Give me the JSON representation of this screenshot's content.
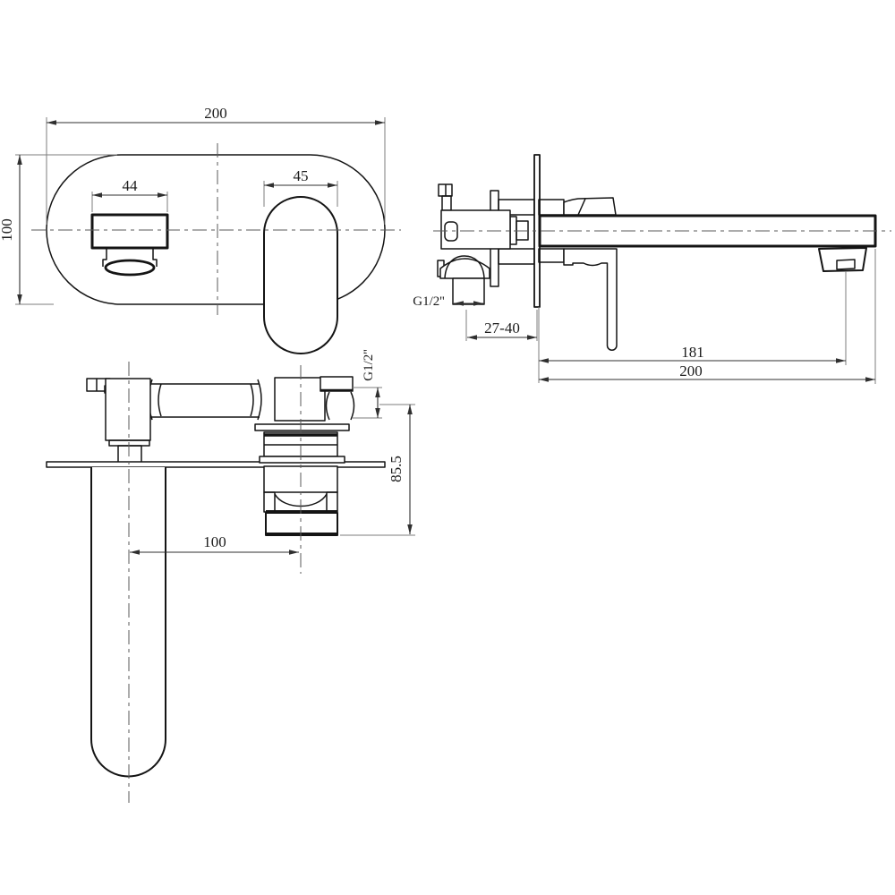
{
  "drawing": {
    "type": "technical-drawing",
    "subject": "wall-mounted single-lever basin mixer tap",
    "background": "#ffffff",
    "line_color": "#141414",
    "dimension_color": "#2f2f2f",
    "centerline_color": "#5a5a5a"
  },
  "front_view": {
    "plate_width": "200",
    "plate_height": "100",
    "spout_outlet_width": "44",
    "handle_width": "45"
  },
  "side_view": {
    "inlet_thread": "G1/2''",
    "wall_thickness_range": "27-40",
    "spout_reach": "181",
    "total_projection": "200"
  },
  "top_view": {
    "outlet_thread": "G1/2''",
    "body_depth": "85.5",
    "center_distance": "100"
  }
}
